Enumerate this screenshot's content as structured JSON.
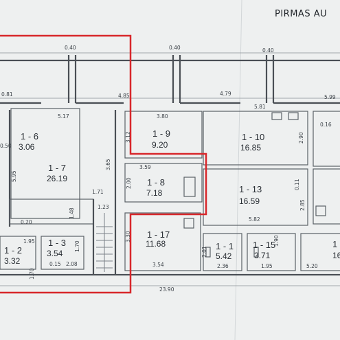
{
  "title": "PIRMAS AU",
  "accent_color": "#d8272b",
  "rooms": [
    {
      "id": "1 - 6",
      "area": "3.06"
    },
    {
      "id": "1 - 7",
      "area": "26.19"
    },
    {
      "id": "1 - 9",
      "area": "9.20"
    },
    {
      "id": "1 - 8",
      "area": "7.18"
    },
    {
      "id": "1 - 10",
      "area": "16.85"
    },
    {
      "id": "1 - 13",
      "area": "16.59"
    },
    {
      "id": "1 - 17",
      "area": "11.68"
    },
    {
      "id": "1 - 2",
      "area": "3.32"
    },
    {
      "id": "1 - 3",
      "area": "3.54"
    },
    {
      "id": "1 - 1",
      "area": "5.42"
    },
    {
      "id": "1 - 15",
      "area": "3.71"
    },
    {
      "id": "1",
      "area": "16"
    }
  ],
  "dimensions": [
    "0.40",
    "0.40",
    "0.40",
    "0.81",
    "4.85",
    "4.79",
    "5.99",
    "5.81",
    "3.80",
    "0.16",
    "5.17",
    "2.90",
    "3.65",
    "3.12",
    "5.95",
    "0.50",
    "3.59",
    "2.00",
    "0.11",
    "1.71",
    "1.48",
    "0.20",
    "2.85",
    "5.82",
    "1.23",
    "3.30",
    "1.95",
    "1.70",
    "1.70",
    "0.15",
    "2.08",
    "3.54",
    "2.01",
    "2.36",
    "1.90",
    "1.95",
    "5.20",
    "23.90"
  ]
}
